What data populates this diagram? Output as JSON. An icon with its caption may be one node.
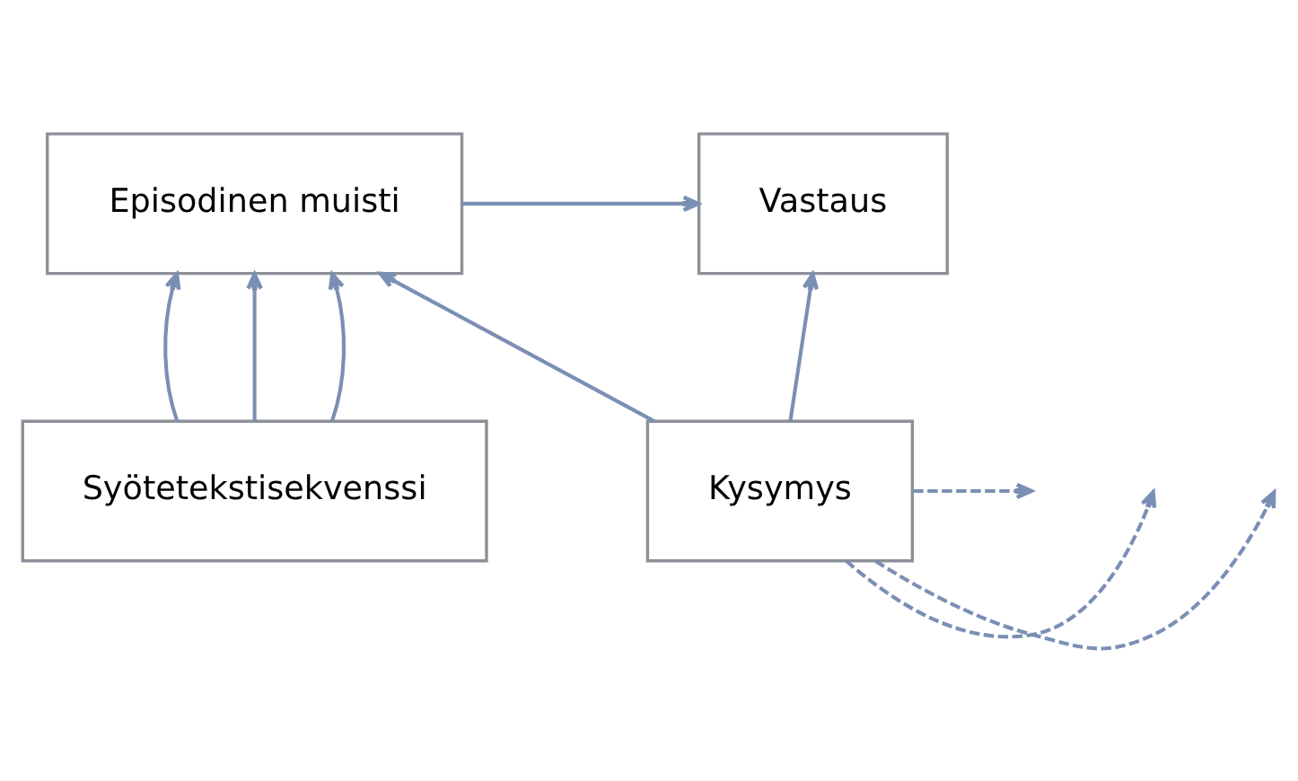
{
  "diagram": {
    "nodes": [
      {
        "text": [
          "Episodinen muisti"
        ]
      },
      {
        "text": [
          "Vastaus"
        ]
      },
      {
        "text": [
          "Syötetekstisekvenssi"
        ]
      },
      {
        "text": [
          "Kysymys"
        ]
      }
    ],
    "edges": [
      {
        "from": 0,
        "to": 1,
        "arrow": "to"
      },
      {
        "from": 2,
        "to": 0,
        "arrow": "to"
      },
      {
        "from": 2,
        "to": 0,
        "arrow": "to"
      },
      {
        "from": 2,
        "to": 0,
        "arrow": "to"
      },
      {
        "from": 3,
        "to": 1,
        "arrow": "to"
      },
      {
        "from": 3,
        "to": 0,
        "arrow": "to"
      },
      {
        "from": 3,
        "to": null,
        "arrow": "to",
        "style": "dashed"
      },
      {
        "from": 3,
        "to": null,
        "arrow": "to",
        "style": "dashed"
      },
      {
        "from": 3,
        "to": null,
        "arrow": "to",
        "style": "dashed"
      }
    ]
  }
}
